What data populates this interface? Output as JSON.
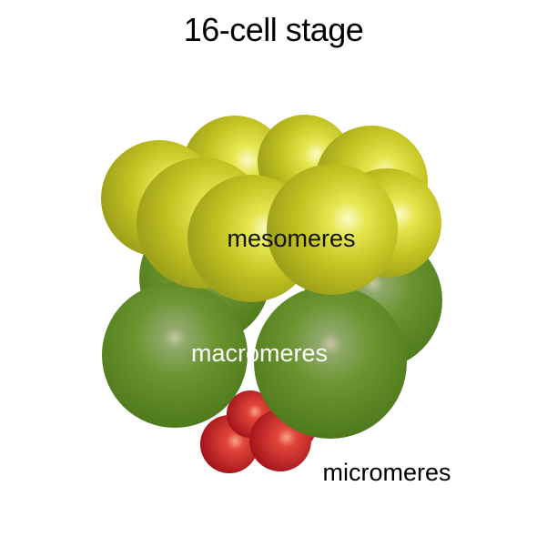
{
  "title": "16-cell stage",
  "labels": {
    "mesomeres": "mesomeres",
    "macromeres": "macromeres",
    "micromeres": "micromeres"
  },
  "colors": {
    "mesomere": "#c8c81e",
    "macromere": "#5f8c23",
    "micromere": "#c81e23",
    "label_dark": "#111111",
    "label_light": "#ffffff"
  }
}
